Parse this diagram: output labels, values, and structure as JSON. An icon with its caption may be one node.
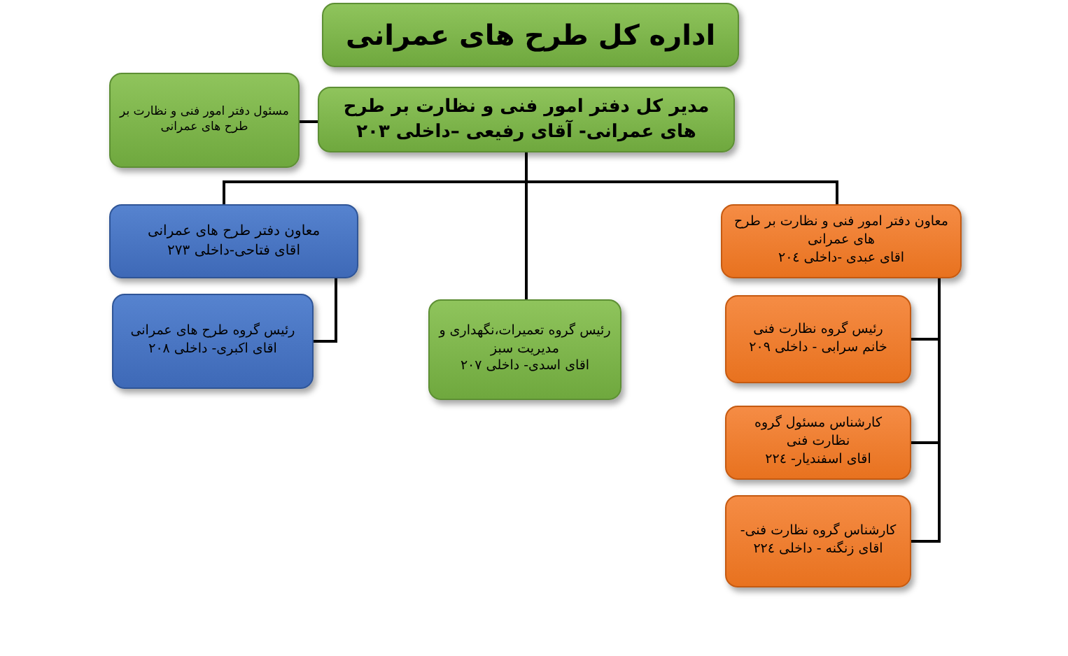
{
  "diagram": {
    "nodes": [
      {
        "text": [
          "اداره کل طرح های عمرانی"
        ]
      },
      {
        "text": [
          "مدیر کل دفتر امور فنی و نظارت بر طرح های عمرانی- آقای رفیعی –داخلی ۲۰۳"
        ]
      },
      {
        "text": [
          "مسئول دفتر امور فنی و نظارت بر طرح های عمرانی"
        ]
      },
      {
        "text": [
          "معاون دفتر طرح های عمرانی",
          "اقای فتاحی-داخلی ۲۷۳"
        ]
      },
      {
        "text": [
          "رئیس گروه طرح های عمرانی",
          "اقای اکبری- داخلی ۲۰۸"
        ]
      },
      {
        "text": [
          "رئیس گروه تعمیرات،نگهداری و مدیریت سبز",
          "اقای اسدی- داخلی ۲۰۷"
        ]
      },
      {
        "text": [
          "معاون دفتر امور فنی و نظارت بر طرح های عمرانی",
          "اقای عبدی -داخلی ۲۰٤"
        ]
      },
      {
        "text": [
          "رئیس گروه نظارت فنی",
          "خانم سرابی - داخلی ۲۰۹"
        ]
      },
      {
        "text": [
          "کارشناس مسئول گروه نظارت فنی",
          "اقای اسفندیار- ۲۲٤"
        ]
      },
      {
        "text": [
          "کارشناس گروه نظارت فنی-اقای زنگنه - داخلی ۲۲٤"
        ]
      }
    ],
    "edges": [
      {
        "from": 2,
        "to": 1,
        "arrow": "none"
      },
      {
        "from": 1,
        "to": 3,
        "arrow": "none"
      },
      {
        "from": 1,
        "to": 5,
        "arrow": "none"
      },
      {
        "from": 1,
        "to": 6,
        "arrow": "none"
      },
      {
        "from": 3,
        "to": 4,
        "arrow": "none"
      },
      {
        "from": 6,
        "to": 7,
        "arrow": "none"
      },
      {
        "from": 6,
        "to": 8,
        "arrow": "none"
      },
      {
        "from": 6,
        "to": 9,
        "arrow": "none"
      }
    ]
  }
}
